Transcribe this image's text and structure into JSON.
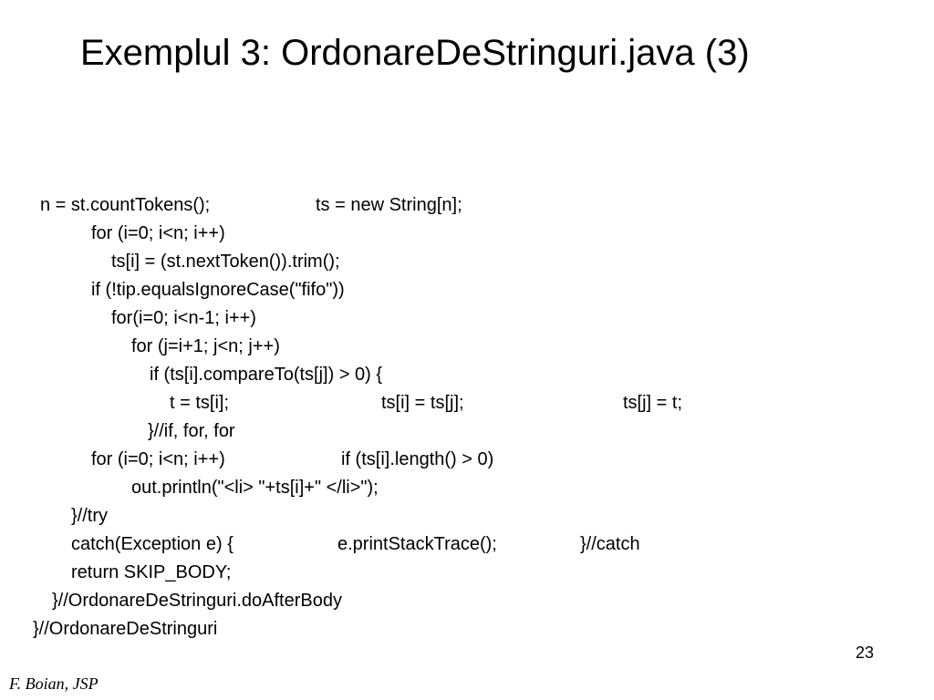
{
  "slide": {
    "title": "Exemplul 3: OrdonareDeStringuri.java (3)",
    "page_number": "23",
    "footer": "F. Boian, JSP"
  },
  "code": {
    "l1": {
      "a": "n = st.countTokens();",
      "b": "ts = new String[n];"
    },
    "l2": "for (i=0; i<n; i++)",
    "l3": "ts[i] = (st.nextToken()).trim();",
    "l4": "if (!tip.equalsIgnoreCase(\"fifo\"))",
    "l5": "for(i=0; i<n-1; i++)",
    "l6": "for (j=i+1; j<n; j++)",
    "l7": "if (ts[i].compareTo(ts[j]) > 0) {",
    "l8": {
      "a": "t = ts[i];",
      "b": "ts[i] = ts[j];",
      "c": "ts[j] = t;"
    },
    "l9": "}//if, for, for",
    "l10": {
      "a": "for (i=0; i<n; i++)",
      "b": "if (ts[i].length() > 0)"
    },
    "l11": "out.println(\"<li> \"+ts[i]+\" </li>\");",
    "l12": "}//try",
    "l13": {
      "a": "catch(Exception e) {",
      "b": "e.printStackTrace();",
      "c": "}//catch"
    },
    "l14": "return SKIP_BODY;",
    "l15": "}//OrdonareDeStringuri.doAfterBody",
    "l16": "}//OrdonareDeStringuri"
  }
}
